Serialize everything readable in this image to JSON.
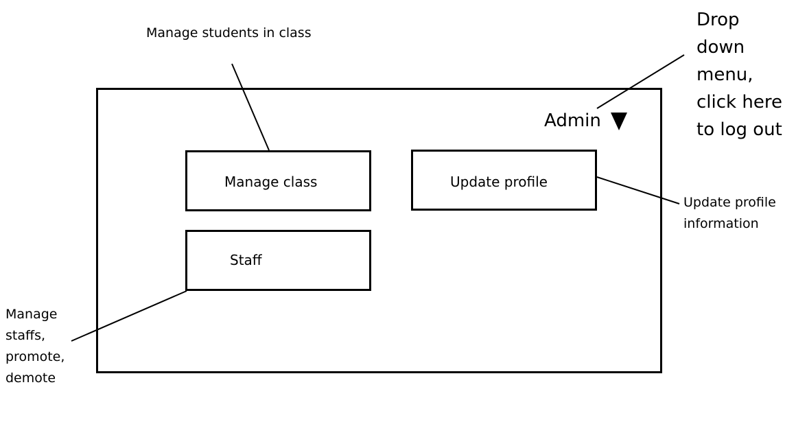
{
  "window": {
    "admin_label": "Admin",
    "admin_caret_icon": "caret-down-icon"
  },
  "buttons": {
    "manage_class": "Manage class",
    "update_profile": "Update profile",
    "staff": "Staff"
  },
  "annotations": {
    "manage_class_note": "Manage students in class",
    "update_profile_note": [
      "Update profile",
      "information"
    ],
    "staff_note": [
      "Manage",
      "staffs,",
      "promote,",
      "demote"
    ],
    "admin_note": [
      "Drop",
      "down",
      "menu,",
      "click here",
      "to log out"
    ]
  }
}
